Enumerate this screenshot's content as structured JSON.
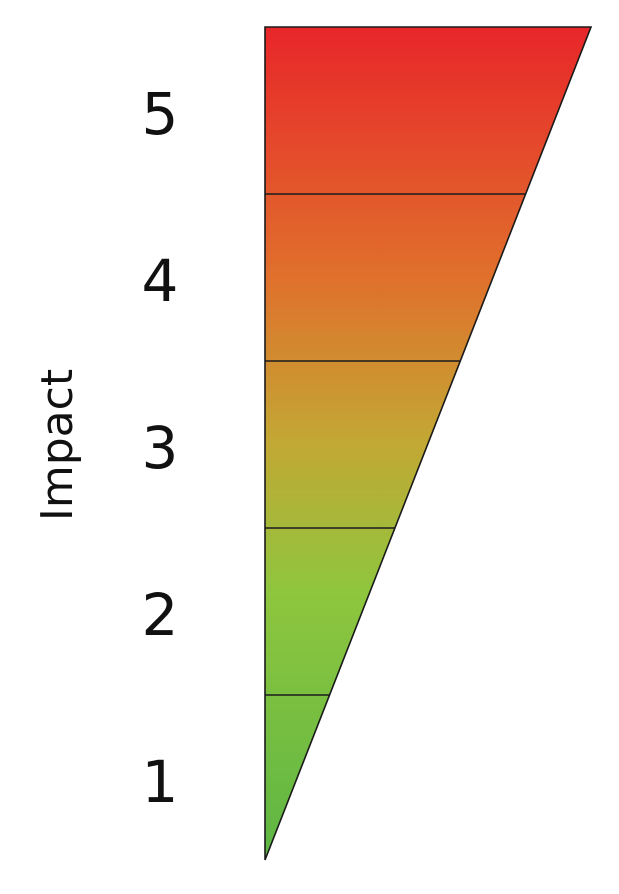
{
  "axis_title": "Impact",
  "levels": [
    {
      "label": "5"
    },
    {
      "label": "4"
    },
    {
      "label": "3"
    },
    {
      "label": "2"
    },
    {
      "label": "1"
    }
  ],
  "colors": {
    "top": "#e8262a",
    "upper_mid": "#e0702c",
    "mid": "#c2a834",
    "lower_mid": "#8ec63e",
    "bottom": "#5db644",
    "outline": "#1a1a1a",
    "text": "#111111"
  }
}
